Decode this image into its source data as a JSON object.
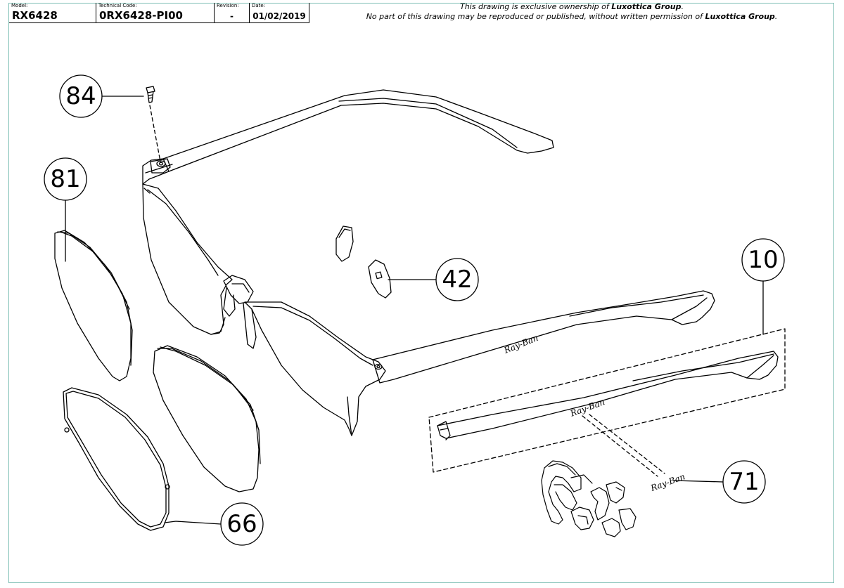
{
  "titleblock": {
    "model_label": "Model:",
    "model_value": "RX6428",
    "tech_label": "Technical Code:",
    "tech_value": "0RX6428-PI00",
    "revision_label": "Revision:",
    "revision_value": "-",
    "date_label": "Date:",
    "date_value": "01/02/2019"
  },
  "notice": {
    "line1_pre": "This drawing is exclusive ownership of",
    "line1_company": "Luxottica Group",
    "line1_post": ".",
    "line2_pre": "No part of this drawing may be reproduced or published, without written permission of",
    "line2_company": "Luxottica Group",
    "line2_post": "."
  },
  "callouts": {
    "c84": "84",
    "c81": "81",
    "c42": "42",
    "c10": "10",
    "c71": "71",
    "c66": "66"
  },
  "logo": {
    "temple_logo": "Ray-Ban",
    "temple_logo_2": "Ray-Ban",
    "spare_logo": "Ray-Ban"
  },
  "colors": {
    "border": "#7fbfb5",
    "line": "#000000"
  }
}
